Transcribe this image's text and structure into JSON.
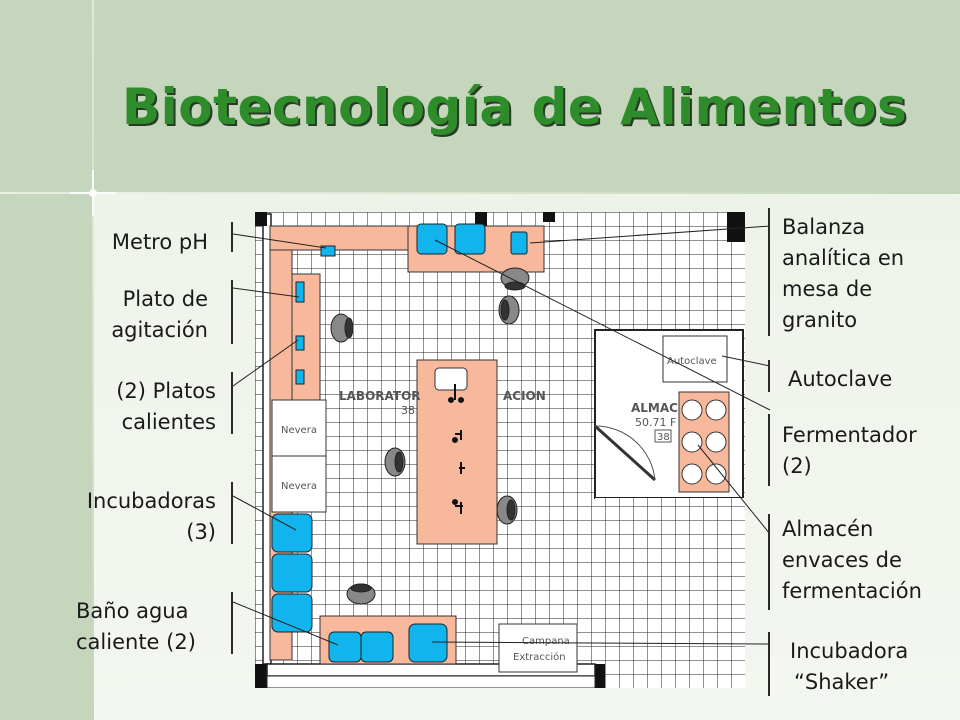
{
  "title": "Biotecnología de Alimentos",
  "labels_left": {
    "metro_ph": "Metro pH",
    "plato_agitacion_1": "Plato de",
    "plato_agitacion_2": "agitación",
    "platos_calientes_1": "(2) Platos",
    "platos_calientes_2": "calientes",
    "incubadoras_1": "Incubadoras",
    "incubadoras_2": "(3)",
    "bano_1": "Baño agua",
    "bano_2": "caliente (2)"
  },
  "labels_right": {
    "balanza_1": "Balanza",
    "balanza_2": "analítica en",
    "balanza_3": "mesa de",
    "balanza_4": "granito",
    "autoclave": "Autoclave",
    "fermentador_1": "Fermentador",
    "fermentador_2": "(2)",
    "almacen_1": "Almacén",
    "almacen_2": "envaces de",
    "almacen_3": "fermentación",
    "shaker_1": "Incubadora",
    "shaker_2": "“Shaker”"
  },
  "plan": {
    "nevera_1": "Nevera",
    "nevera_2": "Nevera",
    "autoclave_box": "Autoclave",
    "campana_1": "Campana",
    "campana_2": "Extracción",
    "room_lab_left": "LABORATOR",
    "room_lab_right": "ACION",
    "room_lab_num": "38",
    "room_almac": "ALMAC",
    "room_almac_area": "50.71 F",
    "room_almac_num": "38"
  },
  "colors": {
    "title": "#2f8c2b",
    "furniture": "#f8b89c",
    "equipment": "#12b4ee",
    "background": "#c5d6bd"
  }
}
